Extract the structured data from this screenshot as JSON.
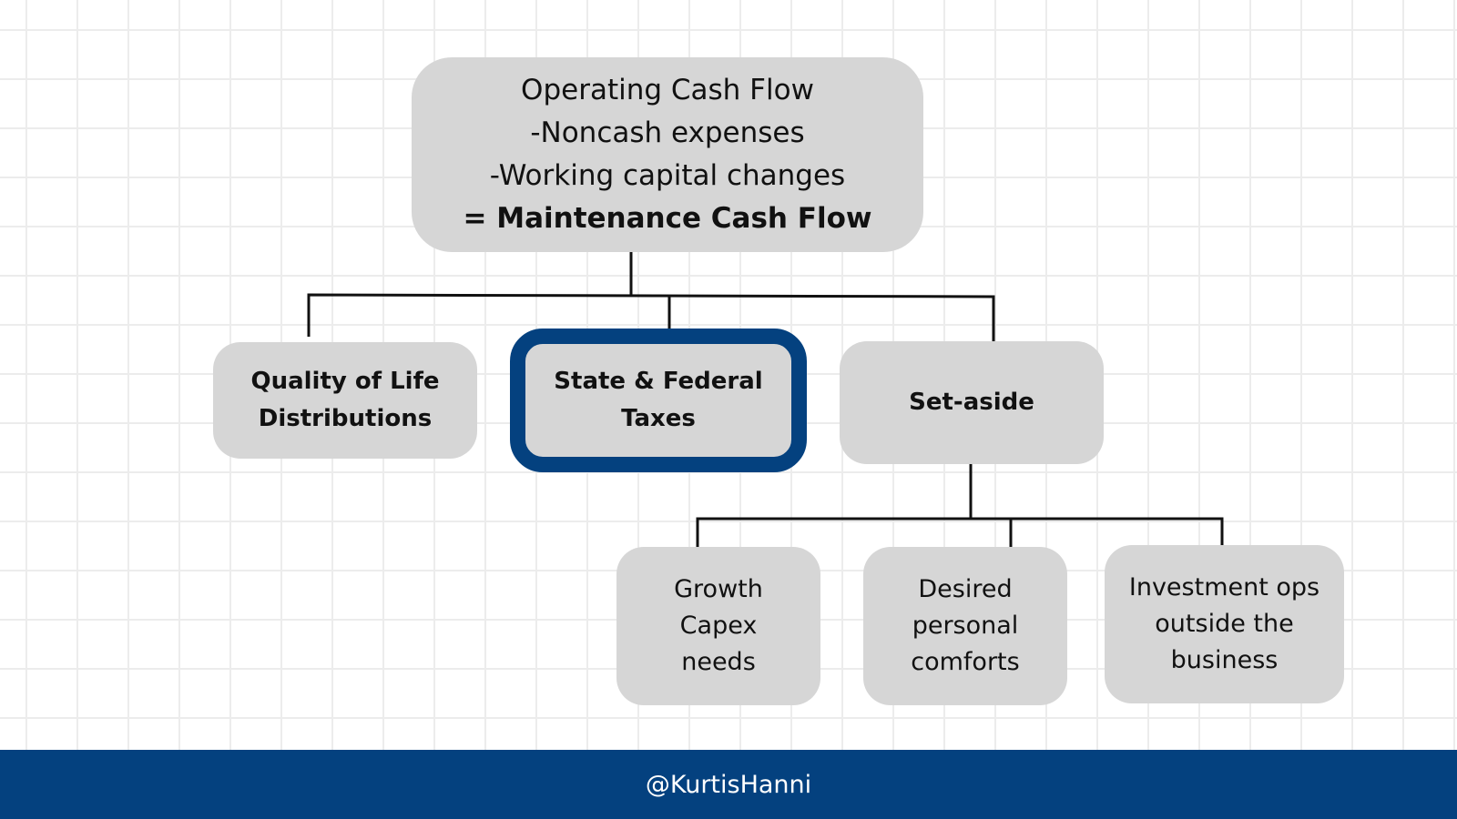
{
  "colors": {
    "accent": "#04417f",
    "box_fill": "#d6d6d6",
    "connector": "#111111"
  },
  "top": {
    "line1": "Operating Cash Flow",
    "line2": "-Noncash expenses",
    "line3": "-Working capital changes",
    "result": "= Maintenance Cash Flow"
  },
  "middle": {
    "quality": {
      "line1": "Quality of Life",
      "line2": "Distributions"
    },
    "taxes": {
      "line1": "State & Federal",
      "line2": "Taxes"
    },
    "setaside": {
      "label": "Set-aside"
    }
  },
  "leaves": {
    "growth": {
      "line1": "Growth",
      "line2": "Capex",
      "line3": "needs"
    },
    "desired": {
      "line1": "Desired",
      "line2": "personal",
      "line3": "comforts"
    },
    "investment": {
      "line1": "Investment ops",
      "line2": "outside the",
      "line3": "business"
    }
  },
  "footer": {
    "handle": "@KurtisHanni"
  }
}
